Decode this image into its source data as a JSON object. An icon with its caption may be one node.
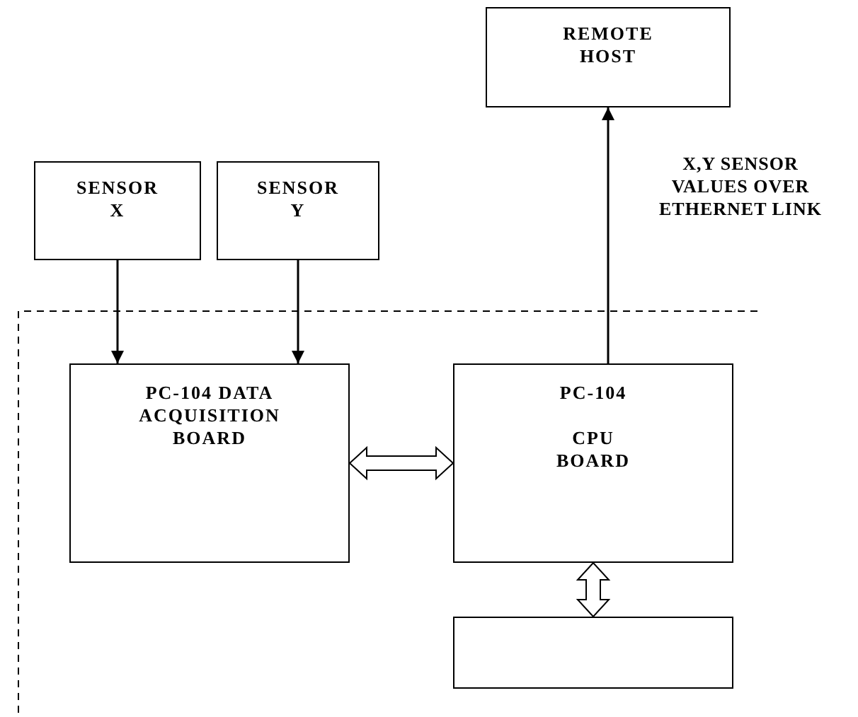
{
  "diagram": {
    "nodes": [
      {
        "text": [
          "REMOTE HOST"
        ]
      },
      {
        "text": [
          "SENSOR X"
        ]
      },
      {
        "text": [
          "SENSOR Y"
        ]
      },
      {
        "text": [
          "PC-104 DATA ACQUISITION BOARD"
        ]
      },
      {
        "text": [
          "PC-104",
          "CPU BOARD"
        ]
      },
      {
        "text": [],
        "shape": "box"
      }
    ],
    "edges": [
      {
        "from": 1,
        "to": 3,
        "arrow": "to"
      },
      {
        "from": 2,
        "to": 3,
        "arrow": "to"
      },
      {
        "from": 4,
        "to": 0,
        "arrow": "to",
        "label": "X,Y SENSOR VALUES OVER ETHERNET LINK"
      },
      {
        "from": 3,
        "to": 4,
        "arrow": "both",
        "style": "thick"
      },
      {
        "from": 4,
        "to": 5,
        "arrow": "both",
        "style": "thick"
      }
    ]
  }
}
